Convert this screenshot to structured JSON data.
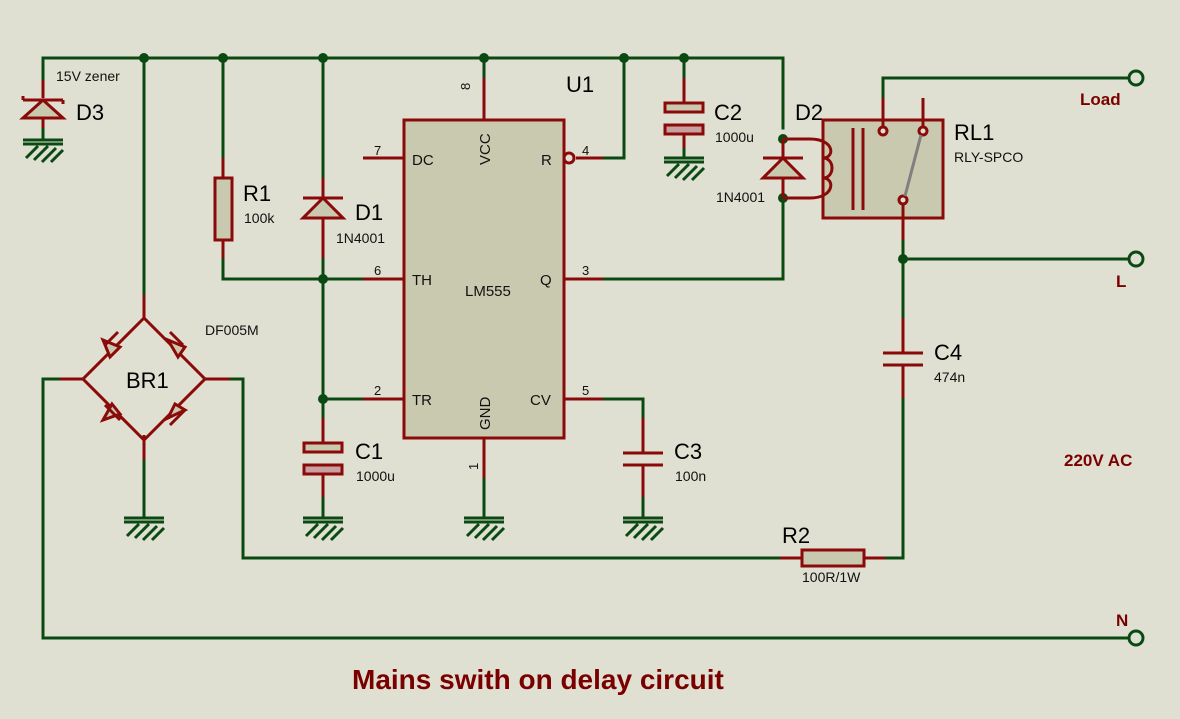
{
  "title": "Mains swith on delay circuit",
  "terminals": {
    "load": "Load",
    "line": "L",
    "neutral": "N",
    "supply": "220V AC"
  },
  "components": {
    "D3": {
      "ref": "D3",
      "value": "15V zener"
    },
    "R1": {
      "ref": "R1",
      "value": "100k"
    },
    "D1": {
      "ref": "D1",
      "value": "1N4001"
    },
    "U1": {
      "ref": "U1",
      "value": "LM555",
      "pins": {
        "dc": {
          "num": "7",
          "name": "DC"
        },
        "th": {
          "num": "6",
          "name": "TH"
        },
        "tr": {
          "num": "2",
          "name": "TR"
        },
        "vcc": {
          "num": "8",
          "name": "VCC"
        },
        "gnd": {
          "num": "1",
          "name": "GND"
        },
        "r": {
          "num": "4",
          "name": "R"
        },
        "q": {
          "num": "3",
          "name": "Q"
        },
        "cv": {
          "num": "5",
          "name": "CV"
        }
      }
    },
    "C1": {
      "ref": "C1",
      "value": "1000u"
    },
    "C2": {
      "ref": "C2",
      "value": "1000u"
    },
    "C3": {
      "ref": "C3",
      "value": "100n"
    },
    "C4": {
      "ref": "C4",
      "value": "474n"
    },
    "D2": {
      "ref": "D2",
      "value": "1N4001"
    },
    "RL1": {
      "ref": "RL1",
      "value": "RLY-SPCO"
    },
    "BR1": {
      "ref": "BR1",
      "value": "DF005M"
    },
    "R2": {
      "ref": "R2",
      "value": "100R/1W"
    }
  }
}
